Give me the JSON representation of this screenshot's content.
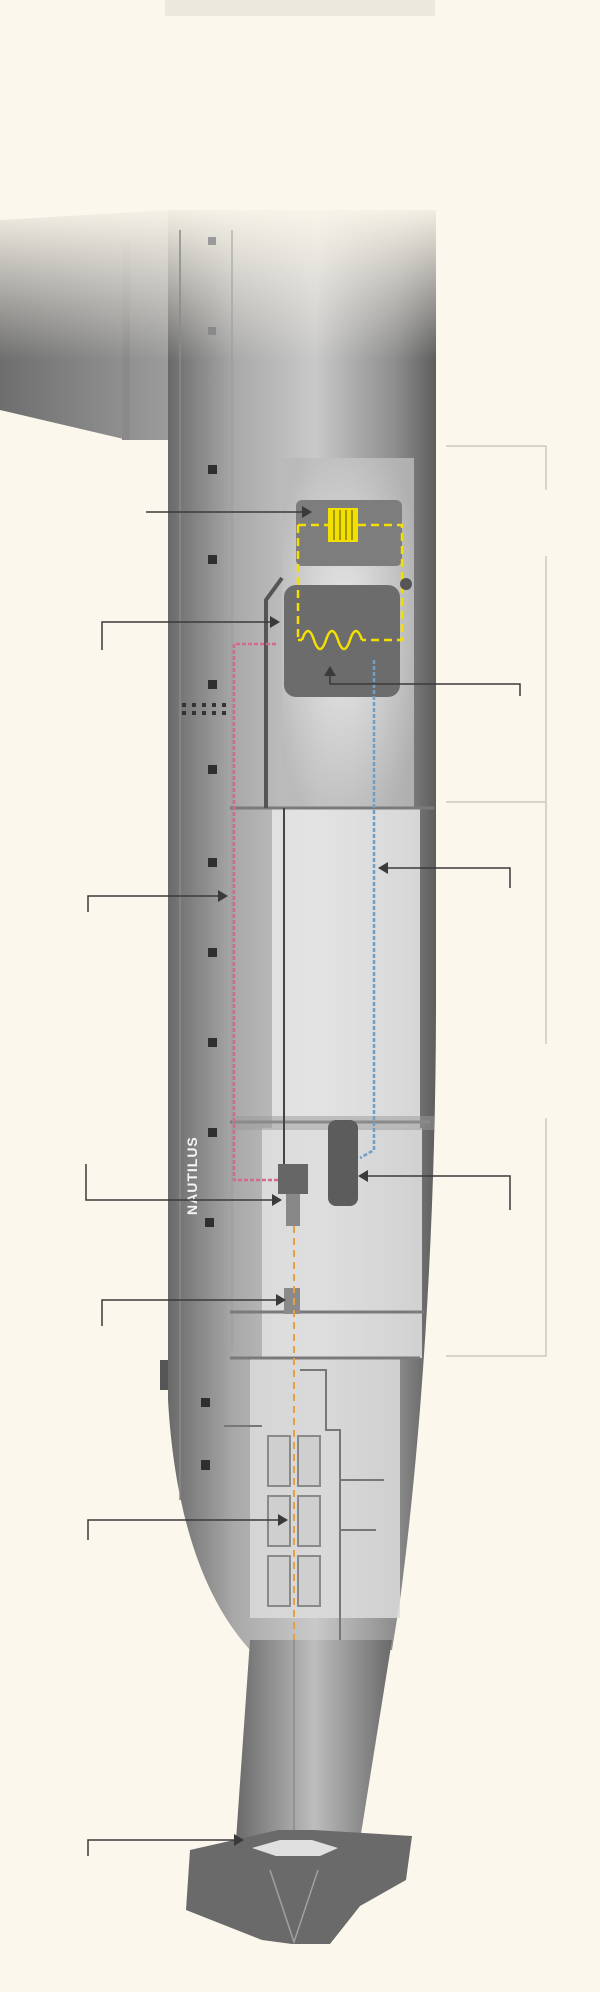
{
  "hull": {
    "name_label": "NAUTILUS"
  },
  "colors": {
    "background": "#fbf7ec",
    "reactor_yellow": "#f4e000",
    "hot_loop_pink": "#d46a8a",
    "cold_loop_blue": "#6f9fc8",
    "shaft_orange": "#e6a040",
    "leader_line": "#3a3a3a",
    "bracket_line": "#cfcac0"
  },
  "callouts": [
    {
      "id": "reactor-core",
      "side": "left"
    },
    {
      "id": "control-rod",
      "side": "left"
    },
    {
      "id": "steam-generator",
      "side": "right"
    },
    {
      "id": "hot-steam-line",
      "side": "left"
    },
    {
      "id": "cold-return-line",
      "side": "right"
    },
    {
      "id": "turbine",
      "side": "left"
    },
    {
      "id": "condenser",
      "side": "right"
    },
    {
      "id": "reduction-gear",
      "side": "left"
    },
    {
      "id": "electric-motor",
      "side": "left"
    },
    {
      "id": "propeller",
      "side": "left"
    }
  ],
  "section_brackets": [
    {
      "id": "reactor-compartment"
    },
    {
      "id": "auxiliary-section"
    },
    {
      "id": "engine-room"
    }
  ]
}
